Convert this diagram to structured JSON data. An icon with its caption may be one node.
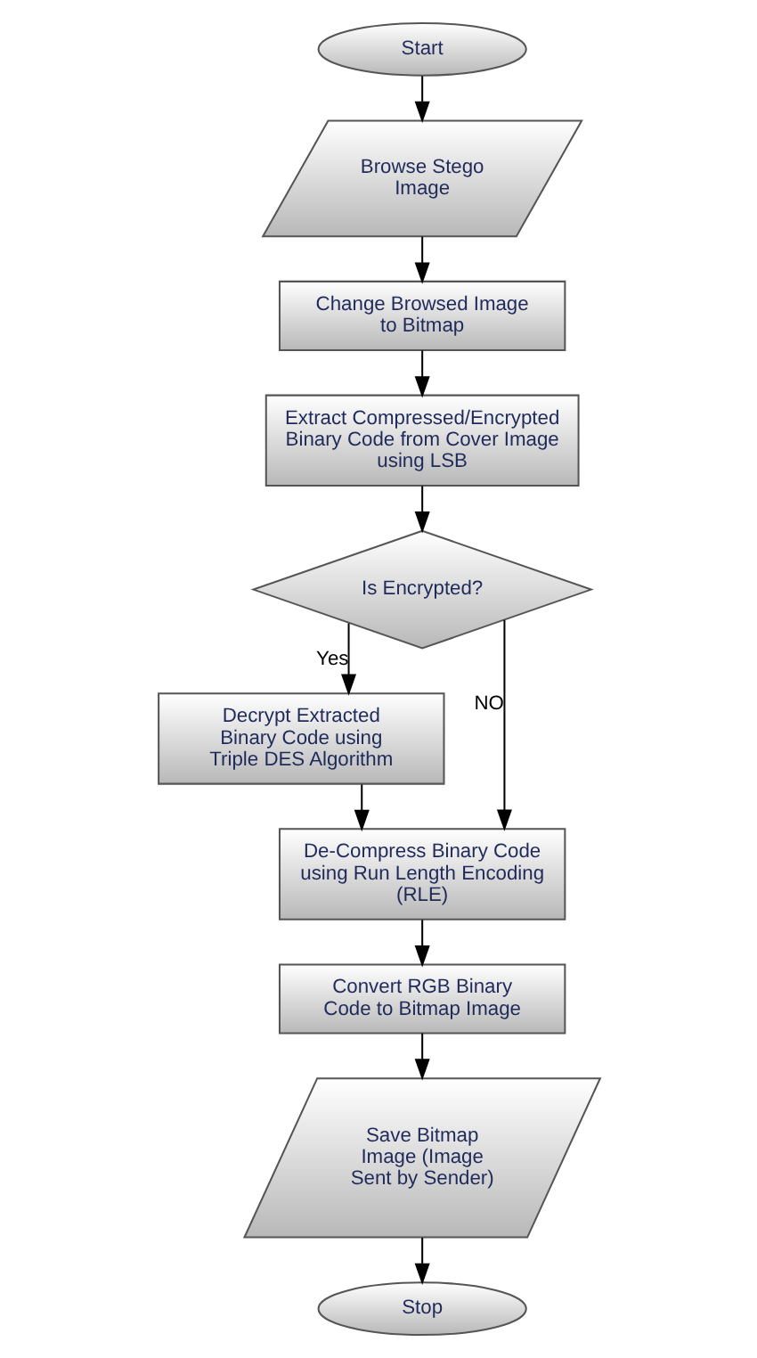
{
  "diagram": {
    "nodes": [
      {
        "text": [
          "Start"
        ]
      },
      {
        "text": [
          "Browse Stego Image"
        ]
      },
      {
        "text": [
          "Change Browsed Image to Bitmap"
        ]
      },
      {
        "text": [
          "Extract Compressed/Encrypted Binary Code from Cover Image using LSB"
        ]
      },
      {
        "text": [
          "Is Encrypted?"
        ]
      },
      {
        "text": [
          "Decrypt Extracted Binary Code using Triple DES Algorithm"
        ]
      },
      {
        "text": [
          "De-Compress Binary Code using Run Length Encoding (RLE)"
        ]
      },
      {
        "text": [
          "Convert RGB Binary Code to Bitmap Image"
        ]
      },
      {
        "text": [
          "Save Bitmap Image (Image Sent by Sender)"
        ]
      },
      {
        "text": [
          "Stop"
        ]
      }
    ],
    "edges": [
      {
        "from": 0,
        "to": 1,
        "arrow": "to"
      },
      {
        "from": 1,
        "to": 2,
        "arrow": "to"
      },
      {
        "from": 2,
        "to": 3,
        "arrow": "to"
      },
      {
        "from": 3,
        "to": 4,
        "arrow": "to"
      },
      {
        "from": 4,
        "to": 5,
        "arrow": "to",
        "label": "Yes"
      },
      {
        "from": 4,
        "to": 6,
        "arrow": "to",
        "label": "NO"
      },
      {
        "from": 5,
        "to": 6,
        "arrow": "to"
      },
      {
        "from": 6,
        "to": 7,
        "arrow": "to"
      },
      {
        "from": 7,
        "to": 8,
        "arrow": "to"
      },
      {
        "from": 8,
        "to": 9,
        "arrow": "to"
      }
    ]
  }
}
